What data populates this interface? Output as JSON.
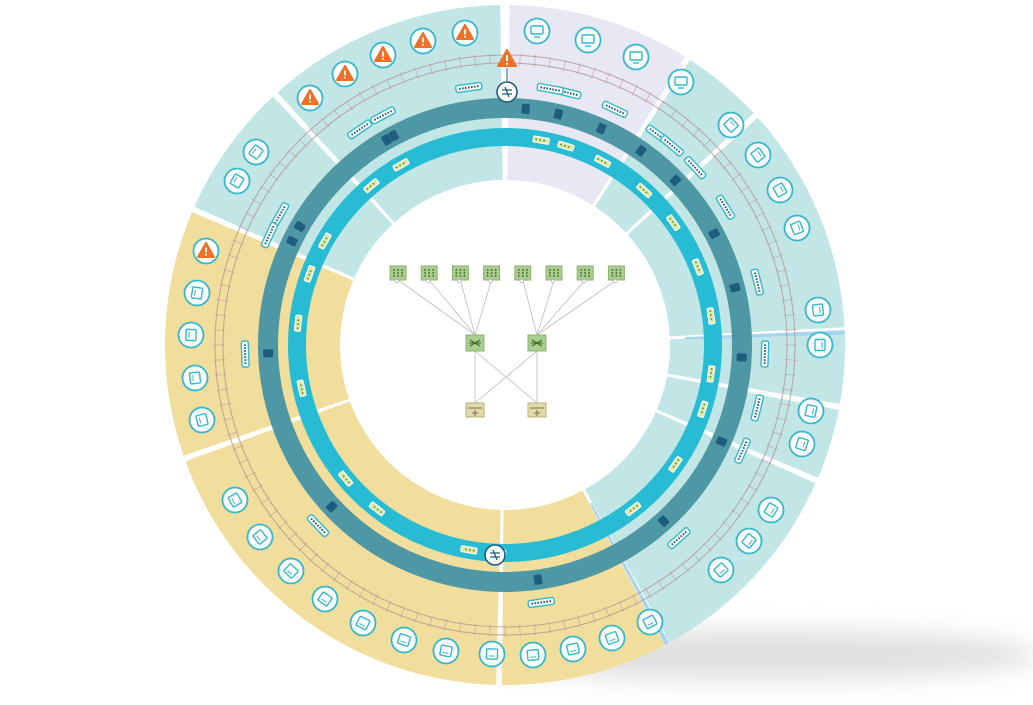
{
  "diagram": {
    "kind": "radial network topology",
    "colors": {
      "background": "#ffffff",
      "zone_teal": "#c2e6e6",
      "zone_lavender": "#e8e7f4",
      "zone_sand": "#f1dd9c",
      "ring_dark": "#4e97a4",
      "ring_bright": "#27bcd4",
      "thread_line": "#b89095",
      "device_stroke": "#35b8cc",
      "warning": "#ef7026",
      "node_dark": "#1f5d7f",
      "switch_green": "#a9cd8e",
      "router_tan": "#e0d9a8",
      "shadow": "#c8c8c8"
    },
    "zones": [
      {
        "name": "zone-a",
        "color_key": "zone_lavender"
      },
      {
        "name": "zone-b",
        "color_key": "zone_teal"
      },
      {
        "name": "zone-c",
        "color_key": "zone_teal"
      },
      {
        "name": "zone-d",
        "color_key": "zone_teal"
      },
      {
        "name": "zone-e",
        "color_key": "zone_teal"
      },
      {
        "name": "zone-f",
        "color_key": "zone_teal"
      },
      {
        "name": "zone-g",
        "color_key": "zone_sand"
      },
      {
        "name": "zone-h",
        "color_key": "zone_sand"
      },
      {
        "name": "zone-i",
        "color_key": "zone_sand"
      },
      {
        "name": "zone-j",
        "color_key": "zone_teal"
      },
      {
        "name": "zone-k",
        "color_key": "zone_teal"
      }
    ],
    "outer_devices": [
      {
        "icon": "warning-icon"
      },
      {
        "icon": "warning-icon"
      },
      {
        "icon": "warning-icon"
      },
      {
        "icon": "warning-icon"
      },
      {
        "icon": "warning-icon"
      },
      {
        "icon": "monitor-icon"
      },
      {
        "icon": "monitor-icon"
      },
      {
        "icon": "monitor-icon"
      },
      {
        "icon": "monitor-icon"
      },
      {
        "icon": "device-icon"
      },
      {
        "icon": "device-icon"
      },
      {
        "icon": "device-icon"
      },
      {
        "icon": "device-icon"
      },
      {
        "icon": "device-icon"
      },
      {
        "icon": "device-icon"
      },
      {
        "icon": "device-icon"
      },
      {
        "icon": "device-icon"
      },
      {
        "icon": "device-icon"
      },
      {
        "icon": "device-icon"
      },
      {
        "icon": "device-icon"
      },
      {
        "icon": "device-icon"
      },
      {
        "icon": "device-icon"
      },
      {
        "icon": "device-icon"
      },
      {
        "icon": "device-icon"
      },
      {
        "icon": "device-icon"
      },
      {
        "icon": "device-icon"
      },
      {
        "icon": "device-icon"
      },
      {
        "icon": "device-icon"
      },
      {
        "icon": "device-icon"
      },
      {
        "icon": "device-icon"
      },
      {
        "icon": "device-icon"
      },
      {
        "icon": "device-icon"
      },
      {
        "icon": "device-icon"
      },
      {
        "icon": "device-icon"
      },
      {
        "icon": "warning-icon"
      },
      {
        "icon": "device-icon"
      },
      {
        "icon": "device-icon"
      },
      {
        "icon": "device-icon"
      },
      {
        "icon": "device-icon"
      }
    ],
    "ring_switches": {
      "count": 20,
      "icon": "switch-bar-icon"
    },
    "ring_connectors": {
      "count": 17,
      "icon": "connector-icon"
    },
    "hub_nodes": [
      {
        "icon": "firewall-hub-icon",
        "status": "warning"
      },
      {
        "icon": "router-hub-icon"
      }
    ],
    "center": {
      "access_switches": 8,
      "core_switches": 2,
      "routers": 2
    }
  }
}
